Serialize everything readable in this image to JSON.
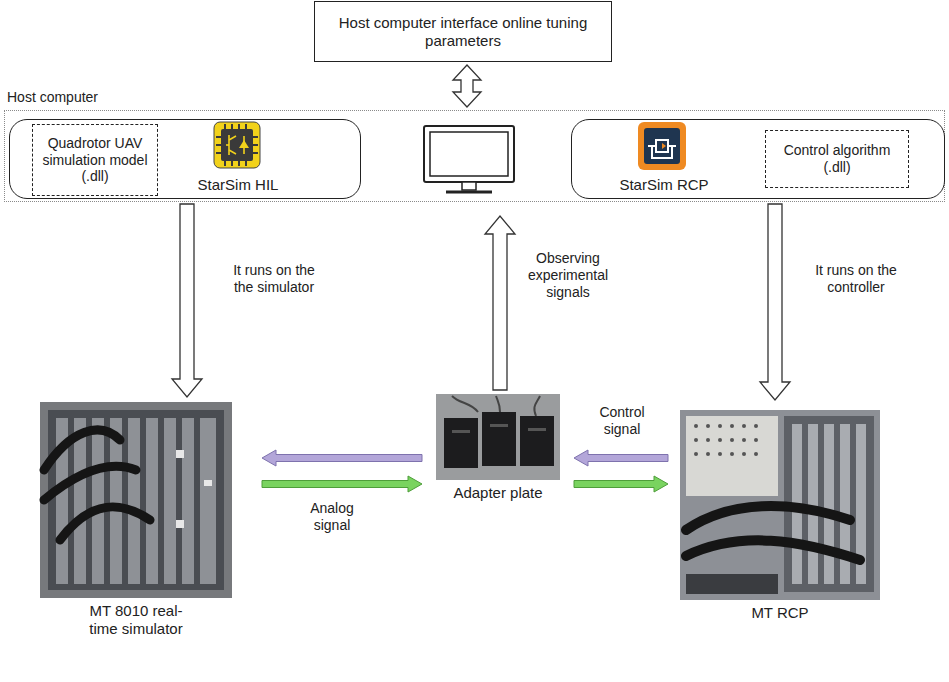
{
  "diagram": {
    "nodes": [
      {
        "text": [
          "Host computer interface online tuning parameters"
        ]
      },
      {
        "text": [
          "Host computer"
        ]
      },
      {
        "text": [
          "StarSim HIL"
        ],
        "in": 1
      },
      {
        "text": [
          "Quadrotor UAV simulation model (.dll)"
        ],
        "in": 2
      },
      {
        "text": [
          "StarSim RCP"
        ],
        "in": 1
      },
      {
        "text": [
          "Control algorithm (.dll)"
        ],
        "in": 4
      },
      {
        "text": [
          "MT 8010 real-time simulator"
        ]
      },
      {
        "text": [
          "Adapter plate"
        ]
      },
      {
        "text": [
          "MT RCP"
        ]
      }
    ],
    "edges": [
      {
        "from": 0,
        "to": 1,
        "arrow": "both"
      },
      {
        "from": 2,
        "to": 6,
        "arrow": "to",
        "label": "It runs on the the simulator"
      },
      {
        "from": 7,
        "to": 1,
        "arrow": "to",
        "label": "Observing experimental signals"
      },
      {
        "from": 4,
        "to": 8,
        "arrow": "to",
        "label": "It runs on the controller"
      },
      {
        "from": 7,
        "to": 6,
        "arrow": "to"
      },
      {
        "from": 6,
        "to": 7,
        "arrow": "to",
        "label": "Analog signal"
      },
      {
        "from": 8,
        "to": 7,
        "arrow": "to",
        "label": "Control signal"
      },
      {
        "from": 7,
        "to": 8,
        "arrow": "to"
      }
    ]
  }
}
